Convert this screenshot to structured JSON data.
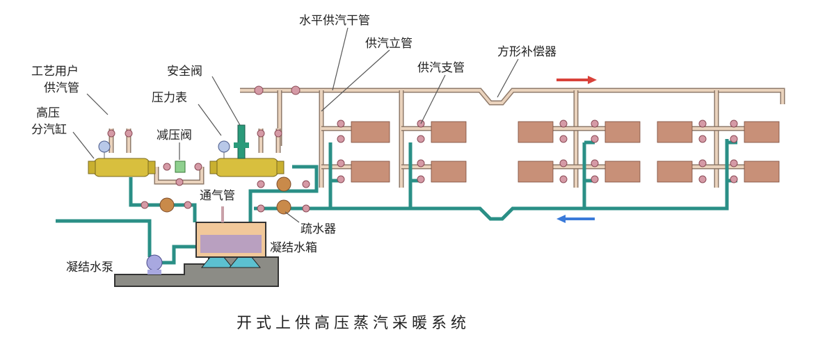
{
  "labels": {
    "horizontal_main": "水平供汽干管",
    "riser": "供汽立管",
    "compensator": "方形补偿器",
    "branch": "供汽支管",
    "process_user_line": "工艺用户供汽管",
    "process_user_line_1": "工艺用户",
    "process_user_line_2": "供汽管",
    "safety_valve": "安全阀",
    "pressure_gauge": "压力表",
    "header_1": "高压",
    "header_2": "分汽缸",
    "reducing_valve": "减压阀",
    "vent_pipe": "通气管",
    "steam_trap": "疏水器",
    "condensate_tank": "凝结水箱",
    "condensate_pump": "凝结水泵"
  },
  "title": "开式上供高压蒸汽采暖系统",
  "colors": {
    "steam_pipe": "#ead3bd",
    "condensate_pipe": "#2a8f86",
    "supply_arrow": "#d9423a",
    "return_arrow": "#3a7ad9",
    "header": "#d8bf3e"
  }
}
